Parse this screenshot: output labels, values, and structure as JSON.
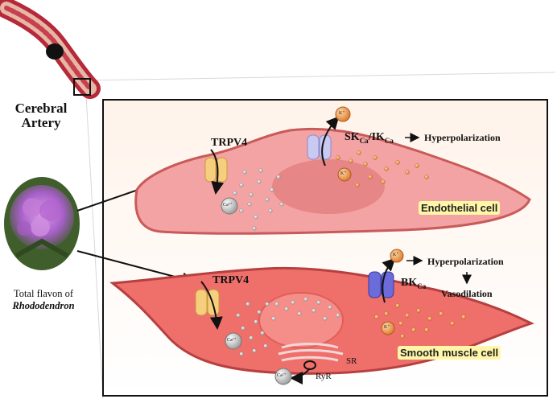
{
  "labels": {
    "artery": "Cerebral Artery",
    "extract_line1": "Total flavon of",
    "extract_line2": "Rhododendron",
    "endo_channel": "TRPV4",
    "endo_kchannel_main1": "SK",
    "endo_kchannel_sub1": "Ca",
    "endo_kchannel_sep": "/IK",
    "endo_kchannel_sub2": "Ca",
    "endo_effect": "Hyperpolarization",
    "endo_cell": "Endothelial cell",
    "smc_channel": "TRPV4",
    "smc_kchannel_main": "BK",
    "smc_kchannel_sub": "Ca",
    "smc_effect1": "Hyperpolarization",
    "smc_effect2": "Vasodilation",
    "smc_cell": "Smooth muscle cell",
    "sr": "SR",
    "ryr": "RyR",
    "calcium": "Ca²⁺",
    "potassium": "K⁺"
  },
  "colors": {
    "cell_fill": "#f3a3a3",
    "cell_outline": "#c85a5a",
    "smc_fill": "#ef6f6a",
    "nucleus": "#e68686",
    "trpv4": "#f5cf7e",
    "kca_endo": "#c9c9f2",
    "bkca": "#6b6bd9",
    "potassium": "#e8913e",
    "label_highlight": "#fff6a8"
  }
}
